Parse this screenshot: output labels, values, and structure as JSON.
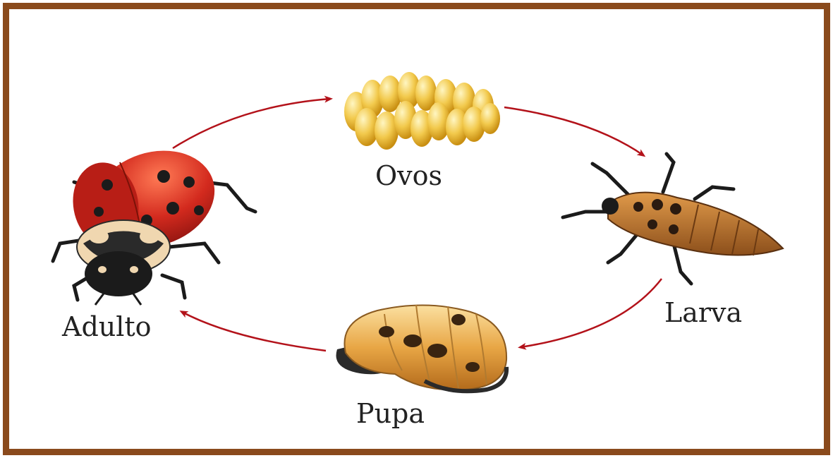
{
  "title": "",
  "stages": {
    "eggs": {
      "label": "Ovos",
      "icon": "egg-cluster-icon"
    },
    "larva": {
      "label": "Larva",
      "icon": "larva-icon"
    },
    "pupa": {
      "label": "Pupa",
      "icon": "pupa-icon"
    },
    "adult": {
      "label": "Adulto",
      "icon": "ladybug-icon"
    }
  },
  "cycle_order": [
    "Adulto",
    "Ovos",
    "Larva",
    "Pupa"
  ],
  "colors": {
    "frame": "#8a4a1c",
    "arrow": "#b3121a",
    "ladybug_red": "#d32a1e",
    "egg_yellow": "#f2c94c",
    "larva_orange": "#c8792c",
    "pupa_orange": "#e8a645"
  }
}
